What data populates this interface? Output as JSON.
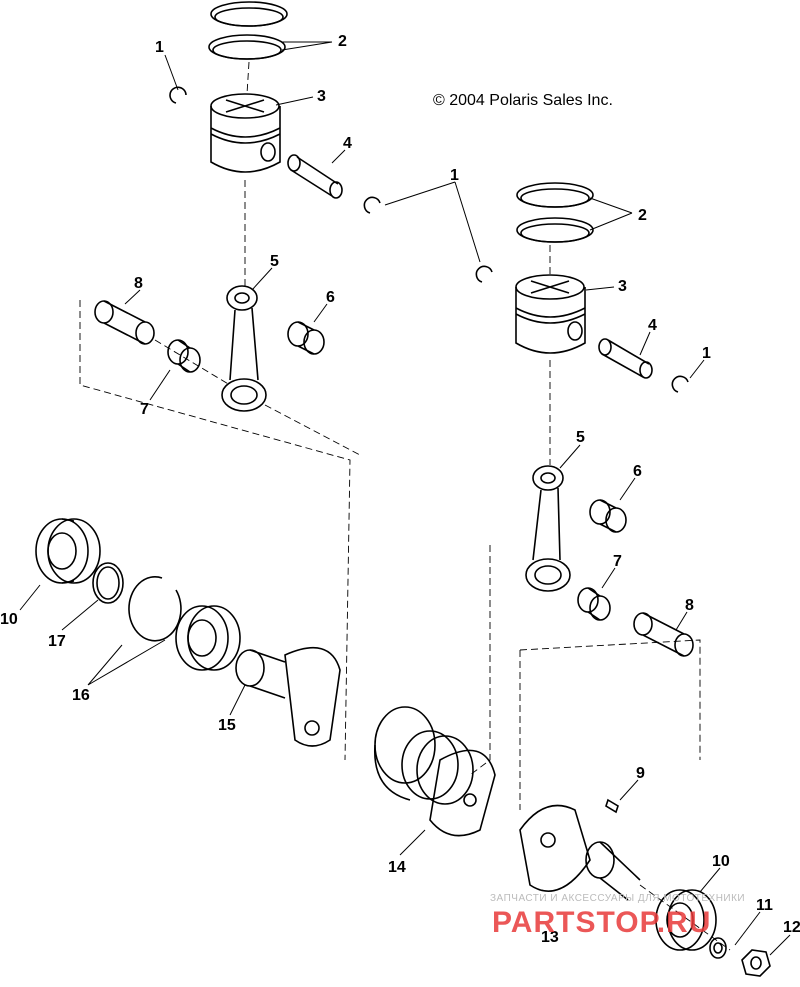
{
  "copyright": "© 2004 Polaris Sales Inc.",
  "watermark": {
    "caption": "ЗАПЧАСТИ И АКСЕССУАРЫ ДЛЯ МОТОТЕХНИКИ",
    "logo": "PARTSTOP.RU"
  },
  "callouts": {
    "c1a": "1",
    "c2a": "2",
    "c3a": "3",
    "c4a": "4",
    "c1b": "1",
    "c2b": "2",
    "c3b": "3",
    "c5a": "5",
    "c6a": "6",
    "c8a": "8",
    "c7a": "7",
    "c4b": "4",
    "c1c": "1",
    "c5b": "5",
    "c6b": "6",
    "c7b": "7",
    "c8b": "8",
    "c10a": "10",
    "c17": "17",
    "c16": "16",
    "c15": "15",
    "c14": "14",
    "c9": "9",
    "c10b": "10",
    "c11": "11",
    "c12": "12",
    "c13": "13"
  },
  "colors": {
    "line": "#000000",
    "background": "#ffffff",
    "watermark": "#e83a3a"
  }
}
